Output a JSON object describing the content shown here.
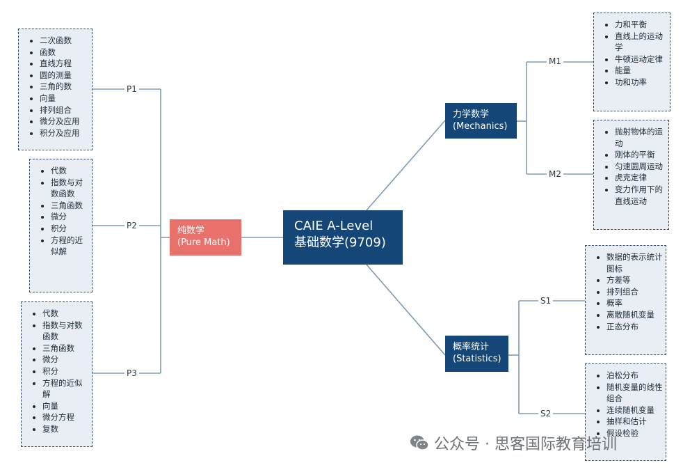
{
  "center": {
    "line1": "CAIE A-Level",
    "line2": "基础数学(9709)"
  },
  "pure": {
    "line1": "纯数学",
    "line2": "(Pure Math)",
    "papers": [
      {
        "label": "P1",
        "topics": [
          "二次函数",
          "函数",
          "直线方程",
          "圆的测量",
          "三角的数",
          "向量",
          "排列组合",
          "微分及应用",
          "积分及应用"
        ]
      },
      {
        "label": "P2",
        "topics": [
          "代数",
          "指数与对数函数",
          "三角函数",
          "微分",
          "积分",
          "方程的近似解"
        ]
      },
      {
        "label": "P3",
        "topics": [
          "代数",
          "指数与对数函数",
          "三角函数",
          "微分",
          "积分",
          "方程的近似解",
          "向量",
          "微分方程",
          "复数"
        ]
      }
    ]
  },
  "mechanics": {
    "line1": "力学数学",
    "line2": "(Mechanics)",
    "papers": [
      {
        "label": "M1",
        "topics": [
          "力和平衡",
          "直线上的运动学",
          "牛顿运动定律",
          "能量",
          "功和功率"
        ]
      },
      {
        "label": "M2",
        "topics": [
          "抛射物体的运动",
          "刚体的平衡",
          "匀速圆周运动",
          "虎克定律",
          "变力作用下的直线运动"
        ]
      }
    ]
  },
  "statistics": {
    "line1": "概率统计",
    "line2": "(Statistics)",
    "papers": [
      {
        "label": "S1",
        "topics": [
          "数据的表示统计图标",
          "方差等",
          "排列组合",
          "概率",
          "离散随机变量",
          "正态分布"
        ]
      },
      {
        "label": "S2",
        "topics": [
          "泊松分布",
          "随机变量的线性组合",
          "连续随机变量",
          "抽样和估计",
          "假设检验"
        ]
      }
    ]
  },
  "watermark": {
    "text": "公众号 · 思客国际教育培训",
    "icon": "wechat-icon"
  },
  "colors": {
    "main": "#144677",
    "pure": "#e9716b",
    "box_fill": "#e8eef4",
    "line": "#7f9bb5"
  }
}
